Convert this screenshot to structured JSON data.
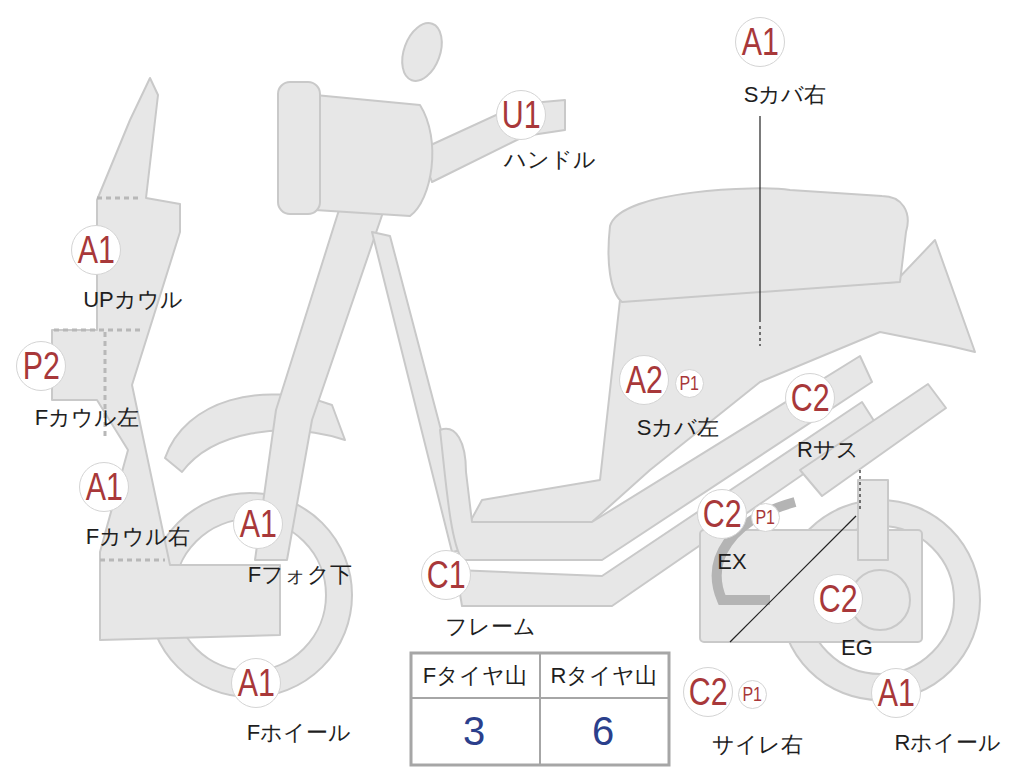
{
  "diagram": {
    "nodes": [
      {
        "text": [
          "A1"
        ]
      },
      {
        "text": [
          "U1"
        ]
      },
      {
        "text": [
          "A1"
        ]
      },
      {
        "text": [
          "P2"
        ]
      },
      {
        "text": [
          "A2"
        ]
      },
      {
        "text": [
          "P1"
        ]
      },
      {
        "text": [
          "C2"
        ]
      },
      {
        "text": [
          "A1"
        ]
      },
      {
        "text": [
          "A1"
        ]
      },
      {
        "text": [
          "C2"
        ]
      },
      {
        "text": [
          "P1"
        ]
      },
      {
        "text": [
          "C1"
        ]
      },
      {
        "text": [
          "C2"
        ]
      },
      {
        "text": [
          "A1"
        ]
      },
      {
        "text": [
          "C2"
        ]
      },
      {
        "text": [
          "P1"
        ]
      },
      {
        "text": [
          "A1"
        ]
      }
    ],
    "labels": [
      "Sカバ右",
      "ハンドル",
      "UPカウル",
      "Fカウル左",
      "Sカバ左",
      "Rサス",
      "Fカウル右",
      "Fフォク下",
      "EX",
      "フレーム",
      "EG",
      "Fホイール",
      "サイレ右",
      "Rホイール",
      "Fタイヤ山",
      "Rタイヤ山",
      "3",
      "6"
    ]
  }
}
